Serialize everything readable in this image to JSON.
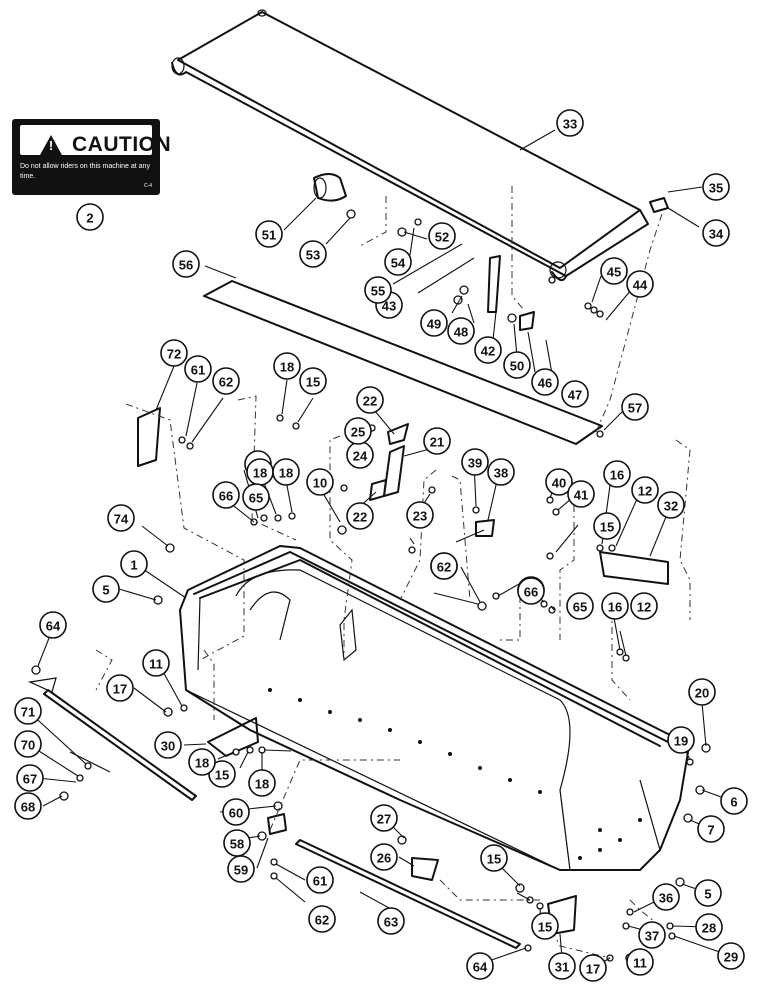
{
  "decal": {
    "heading": "CAUTION",
    "message": "Do not allow riders on this machine at any time.",
    "code": "C-4"
  },
  "callouts": [
    "1",
    "2",
    "5",
    "5",
    "6",
    "7",
    "10",
    "11",
    "11",
    "12",
    "12",
    "15",
    "15",
    "15",
    "15",
    "15",
    "15",
    "16",
    "16",
    "17",
    "17",
    "18",
    "18",
    "18",
    "18",
    "18",
    "18",
    "19",
    "20",
    "21",
    "22",
    "22",
    "23",
    "24",
    "25",
    "26",
    "27",
    "28",
    "29",
    "30",
    "31",
    "32",
    "33",
    "34",
    "35",
    "36",
    "37",
    "38",
    "39",
    "40",
    "41",
    "42",
    "43",
    "44",
    "45",
    "46",
    "47",
    "48",
    "49",
    "50",
    "51",
    "52",
    "53",
    "54",
    "55",
    "56",
    "57",
    "58",
    "59",
    "60",
    "61",
    "61",
    "61",
    "62",
    "62",
    "62",
    "63",
    "64",
    "64",
    "65",
    "65",
    "66",
    "66",
    "67",
    "68",
    "70",
    "71",
    "72",
    "74"
  ]
}
